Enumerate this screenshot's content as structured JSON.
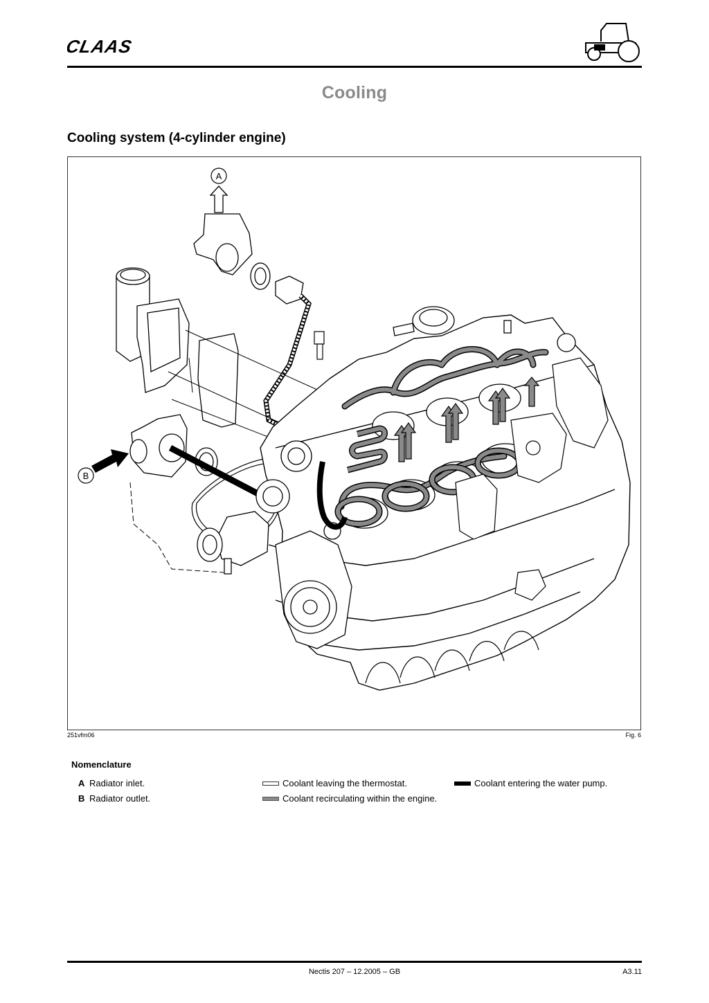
{
  "header": {
    "brand": "CLAAS"
  },
  "page_title": "Cooling",
  "section_title": "Cooling system (4-cylinder engine)",
  "figure": {
    "callout_a": "A",
    "callout_b": "B",
    "code": "251vfm06",
    "number": "Fig. 6"
  },
  "nomenclature": {
    "title": "Nomenclature",
    "items": [
      {
        "key": "A",
        "text": "Radiator inlet."
      },
      {
        "key": "B",
        "text": "Radiator outlet."
      }
    ],
    "legend": [
      {
        "swatch": "white",
        "text": "Coolant leaving the thermostat."
      },
      {
        "swatch": "grey",
        "text": "Coolant recirculating within the engine."
      },
      {
        "swatch": "black",
        "text": "Coolant entering the water pump."
      }
    ]
  },
  "colors": {
    "title_grey": "#8a8a8a",
    "recirculating": "#8a8a8a",
    "entering": "#000000",
    "leaving": "#ffffff"
  },
  "footer": {
    "doc_ref": "Nectis 207 – 12.2005 – GB",
    "page": "A3.11"
  }
}
